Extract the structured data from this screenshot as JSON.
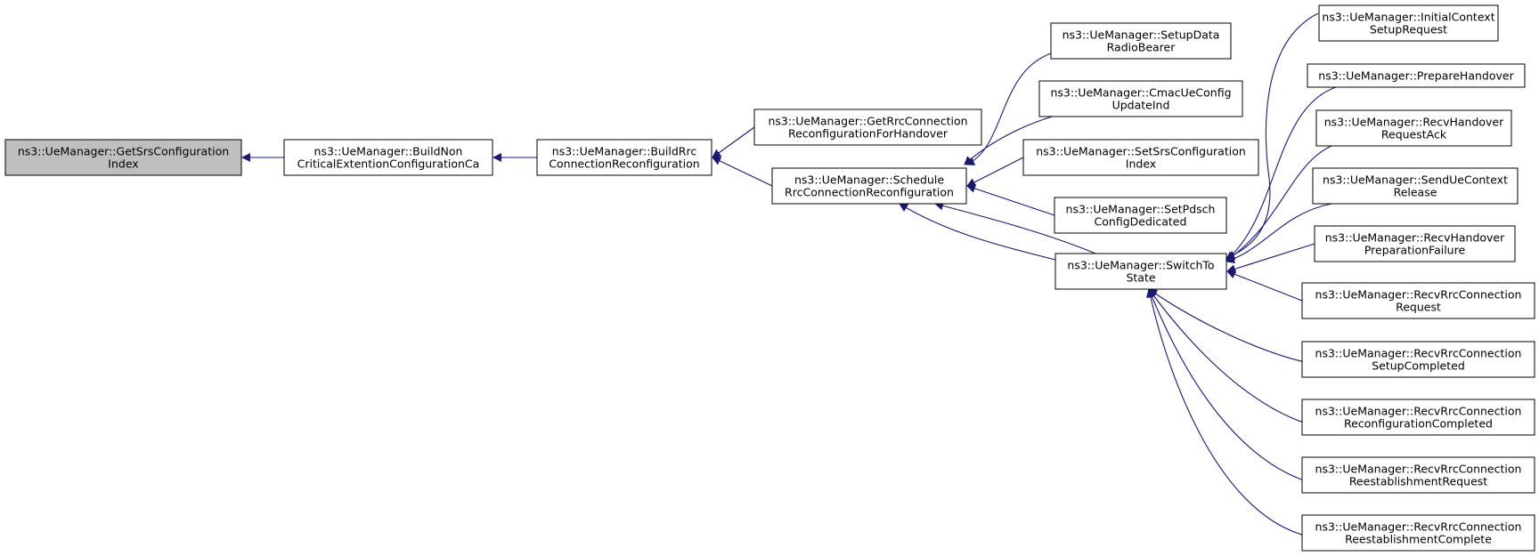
{
  "graph": {
    "colors": {
      "root_fill": "#bfbfbf",
      "node_fill": "#ffffff",
      "border": "#000000",
      "edge": "#191970"
    },
    "nodes": [
      {
        "id": "n0",
        "root": true,
        "lines": [
          "ns3::UeManager::GetSrsConfiguration",
          "Index"
        ]
      },
      {
        "id": "n1",
        "lines": [
          "ns3::UeManager::BuildNon",
          "CriticalExtentionConfigurationCa"
        ]
      },
      {
        "id": "n2",
        "lines": [
          "ns3::UeManager::BuildRrc",
          "ConnectionReconfiguration"
        ]
      },
      {
        "id": "n3",
        "lines": [
          "ns3::UeManager::GetRrcConnection",
          "ReconfigurationForHandover"
        ]
      },
      {
        "id": "n4",
        "lines": [
          "ns3::UeManager::Schedule",
          "RrcConnectionReconfiguration"
        ]
      },
      {
        "id": "n5",
        "lines": [
          "ns3::UeManager::SetupData",
          "RadioBearer"
        ]
      },
      {
        "id": "n6",
        "lines": [
          "ns3::UeManager::CmacUeConfig",
          "UpdateInd"
        ]
      },
      {
        "id": "n7",
        "lines": [
          "ns3::UeManager::SetSrsConfiguration",
          "Index"
        ]
      },
      {
        "id": "n8",
        "lines": [
          "ns3::UeManager::SetPdsch",
          "ConfigDedicated"
        ]
      },
      {
        "id": "n9",
        "lines": [
          "ns3::UeManager::SwitchTo",
          "State"
        ]
      },
      {
        "id": "n10",
        "lines": [
          "ns3::UeManager::InitialContext",
          "SetupRequest"
        ]
      },
      {
        "id": "n11",
        "lines": [
          "ns3::UeManager::PrepareHandover"
        ]
      },
      {
        "id": "n12",
        "lines": [
          "ns3::UeManager::RecvHandover",
          "RequestAck"
        ]
      },
      {
        "id": "n13",
        "lines": [
          "ns3::UeManager::SendUeContext",
          "Release"
        ]
      },
      {
        "id": "n14",
        "lines": [
          "ns3::UeManager::RecvHandover",
          "PreparationFailure"
        ]
      },
      {
        "id": "n15",
        "lines": [
          "ns3::UeManager::RecvRrcConnection",
          "Request"
        ]
      },
      {
        "id": "n16",
        "lines": [
          "ns3::UeManager::RecvRrcConnection",
          "SetupCompleted"
        ]
      },
      {
        "id": "n17",
        "lines": [
          "ns3::UeManager::RecvRrcConnection",
          "ReconfigurationCompleted"
        ]
      },
      {
        "id": "n18",
        "lines": [
          "ns3::UeManager::RecvRrcConnection",
          "ReestablishmentRequest"
        ]
      },
      {
        "id": "n19",
        "lines": [
          "ns3::UeManager::RecvRrcConnection",
          "ReestablishmentComplete"
        ]
      }
    ],
    "edges": [
      {
        "from": "n1",
        "to": "n0"
      },
      {
        "from": "n2",
        "to": "n1"
      },
      {
        "from": "n3",
        "to": "n2"
      },
      {
        "from": "n4",
        "to": "n2"
      },
      {
        "from": "n5",
        "to": "n4"
      },
      {
        "from": "n6",
        "to": "n4"
      },
      {
        "from": "n7",
        "to": "n4"
      },
      {
        "from": "n8",
        "to": "n4"
      },
      {
        "from": "n9",
        "to": "n4"
      },
      {
        "from": "n4",
        "to": "n9"
      },
      {
        "from": "n10",
        "to": "n9"
      },
      {
        "from": "n11",
        "to": "n9"
      },
      {
        "from": "n12",
        "to": "n9"
      },
      {
        "from": "n13",
        "to": "n9"
      },
      {
        "from": "n14",
        "to": "n9"
      },
      {
        "from": "n15",
        "to": "n9"
      },
      {
        "from": "n16",
        "to": "n9"
      },
      {
        "from": "n17",
        "to": "n9"
      },
      {
        "from": "n18",
        "to": "n9"
      },
      {
        "from": "n19",
        "to": "n9"
      }
    ]
  }
}
